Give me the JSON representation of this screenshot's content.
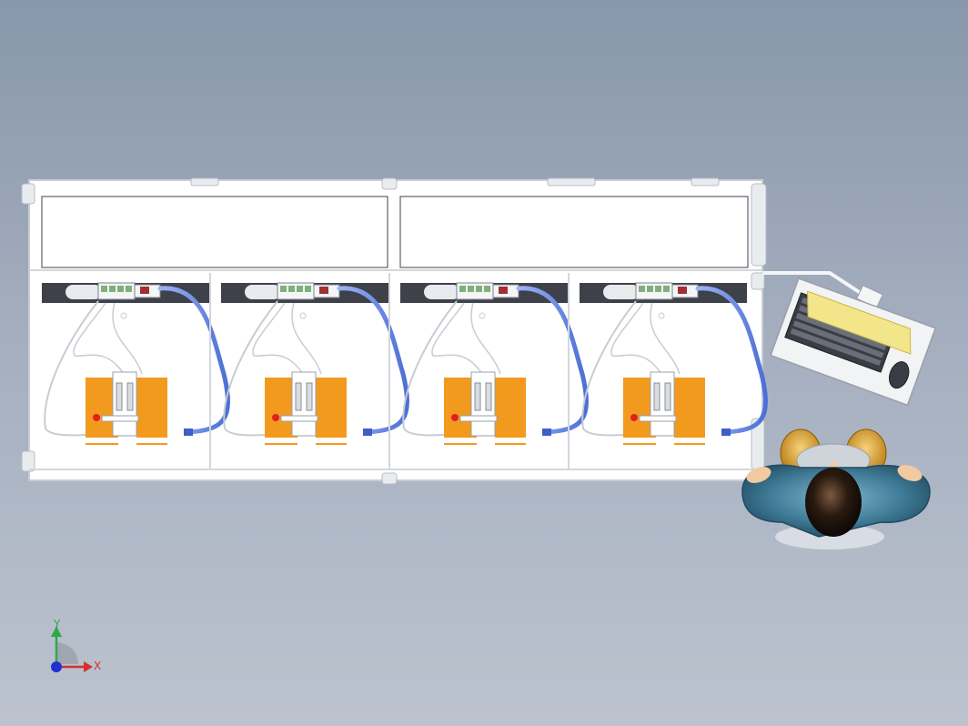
{
  "scene": {
    "background_top": "#8897ab",
    "background_bottom": "#bcc3cf",
    "station_count": 4
  },
  "colors": {
    "frame": "#ffffff",
    "frame_edge": "#c9cdd4",
    "panel_dark": "#3e4149",
    "fixture": "#f29a1e",
    "hose": "#6f8fe6",
    "hose_dark": "#3e5fc8",
    "marker": "#e02020",
    "keyboard_tray": "#f3e58a",
    "keyboard": "#3a3d44",
    "operator_body": "#3f7a96",
    "operator_head": "#2a1a10",
    "operator_chair": "#d4951e"
  },
  "icons": {
    "triad": "coordinate-triad-icon",
    "operator": "operator-figure-icon",
    "keyboard": "keyboard-icon",
    "mouse": "mouse-icon"
  },
  "axes": {
    "y_label": "Y",
    "x_label": "X",
    "y_color": "#2ea84a",
    "x_color": "#d43030",
    "z_color": "#2030d0"
  }
}
